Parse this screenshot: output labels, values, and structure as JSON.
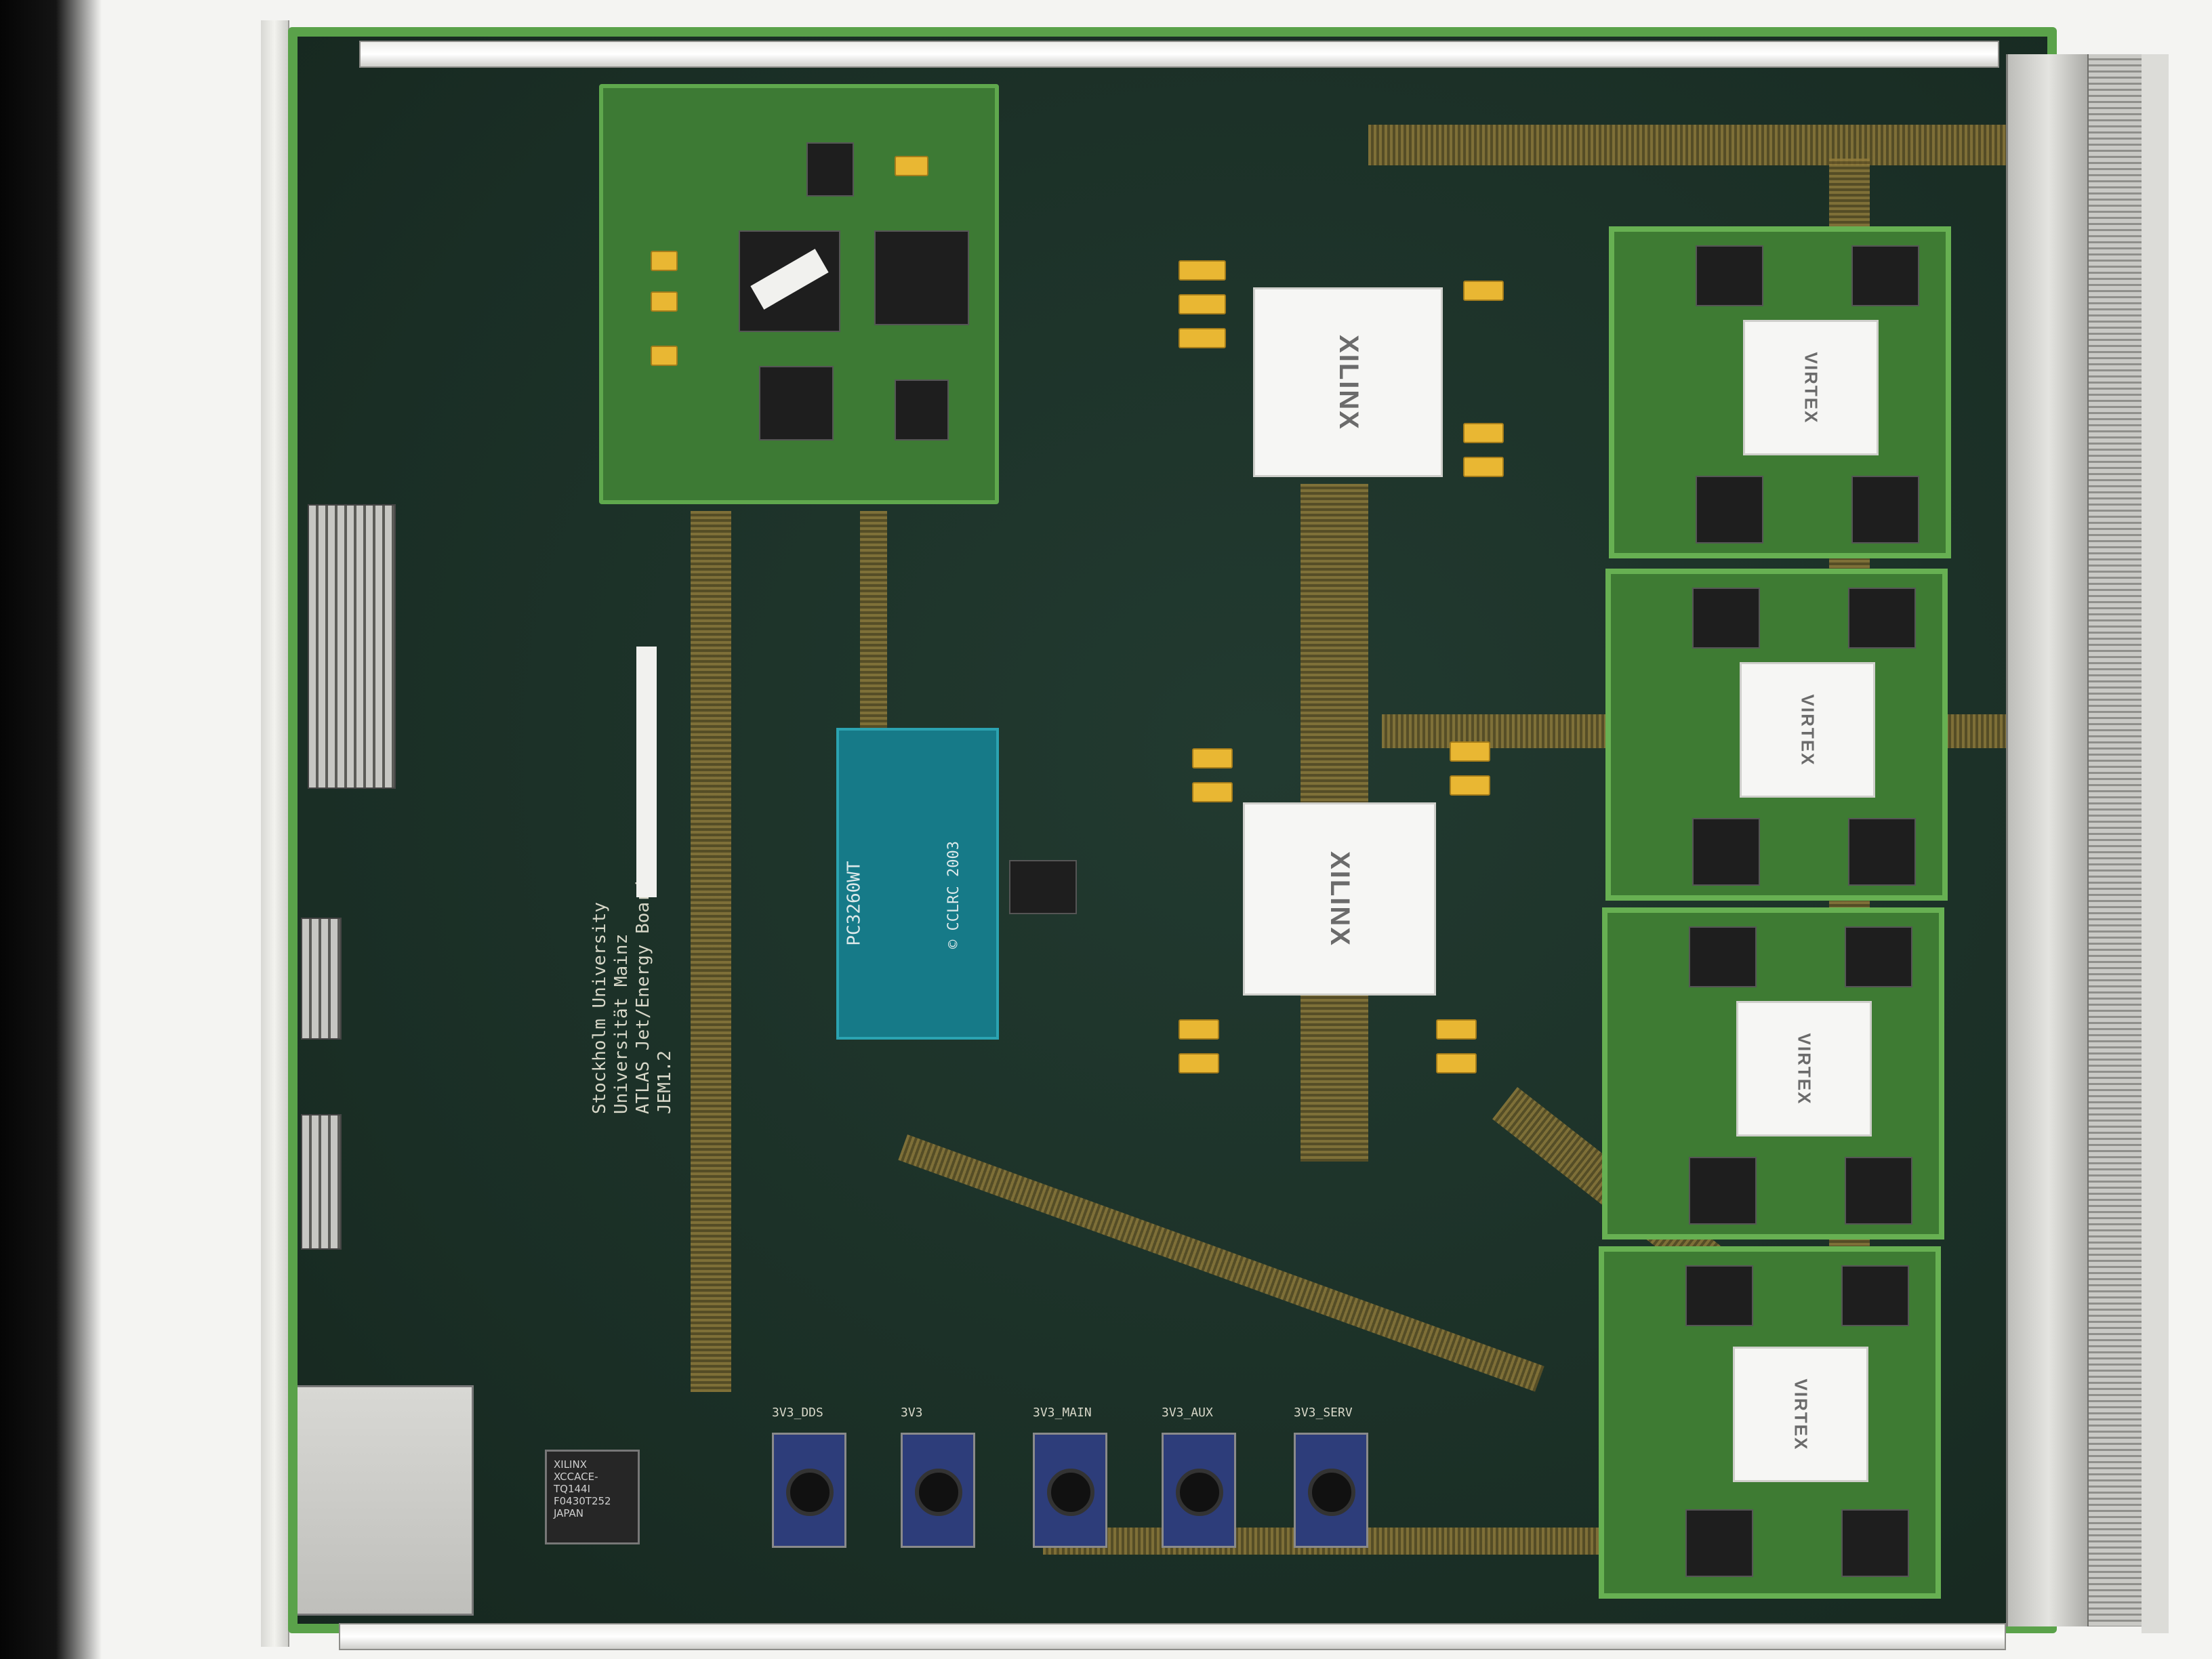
{
  "board": {
    "silkscreen_lines": [
      "Stockholm University",
      "Universität Mainz",
      "ATLAS Jet/Energy Board",
      "JEM1.2"
    ]
  },
  "fpgas": [
    {
      "label": "XILINX"
    },
    {
      "label": "XILINX"
    }
  ],
  "module_chips": [
    "VIRTEX",
    "VIRTEX",
    "VIRTEX",
    "VIRTEX"
  ],
  "teal_card": {
    "label": "PC3260WT",
    "copyright": "© CCLRC 2003"
  },
  "cpld": {
    "lines": [
      "XILINX",
      "XCCACE-TQ144I",
      "F0430T252",
      "JAPAN"
    ]
  },
  "regulators": [
    {
      "label": "3V3_DDS"
    },
    {
      "label": "3V3"
    },
    {
      "label": "3V3_MAIN"
    },
    {
      "label": "3V3_AUX"
    },
    {
      "label": "3V3_SERV"
    }
  ],
  "colors": {
    "pcb": "#1b3027",
    "trace": "#8f7a3a",
    "daughter_green": "#3d7a34",
    "teal_card": "#167a88",
    "cap": "#e9b733"
  }
}
